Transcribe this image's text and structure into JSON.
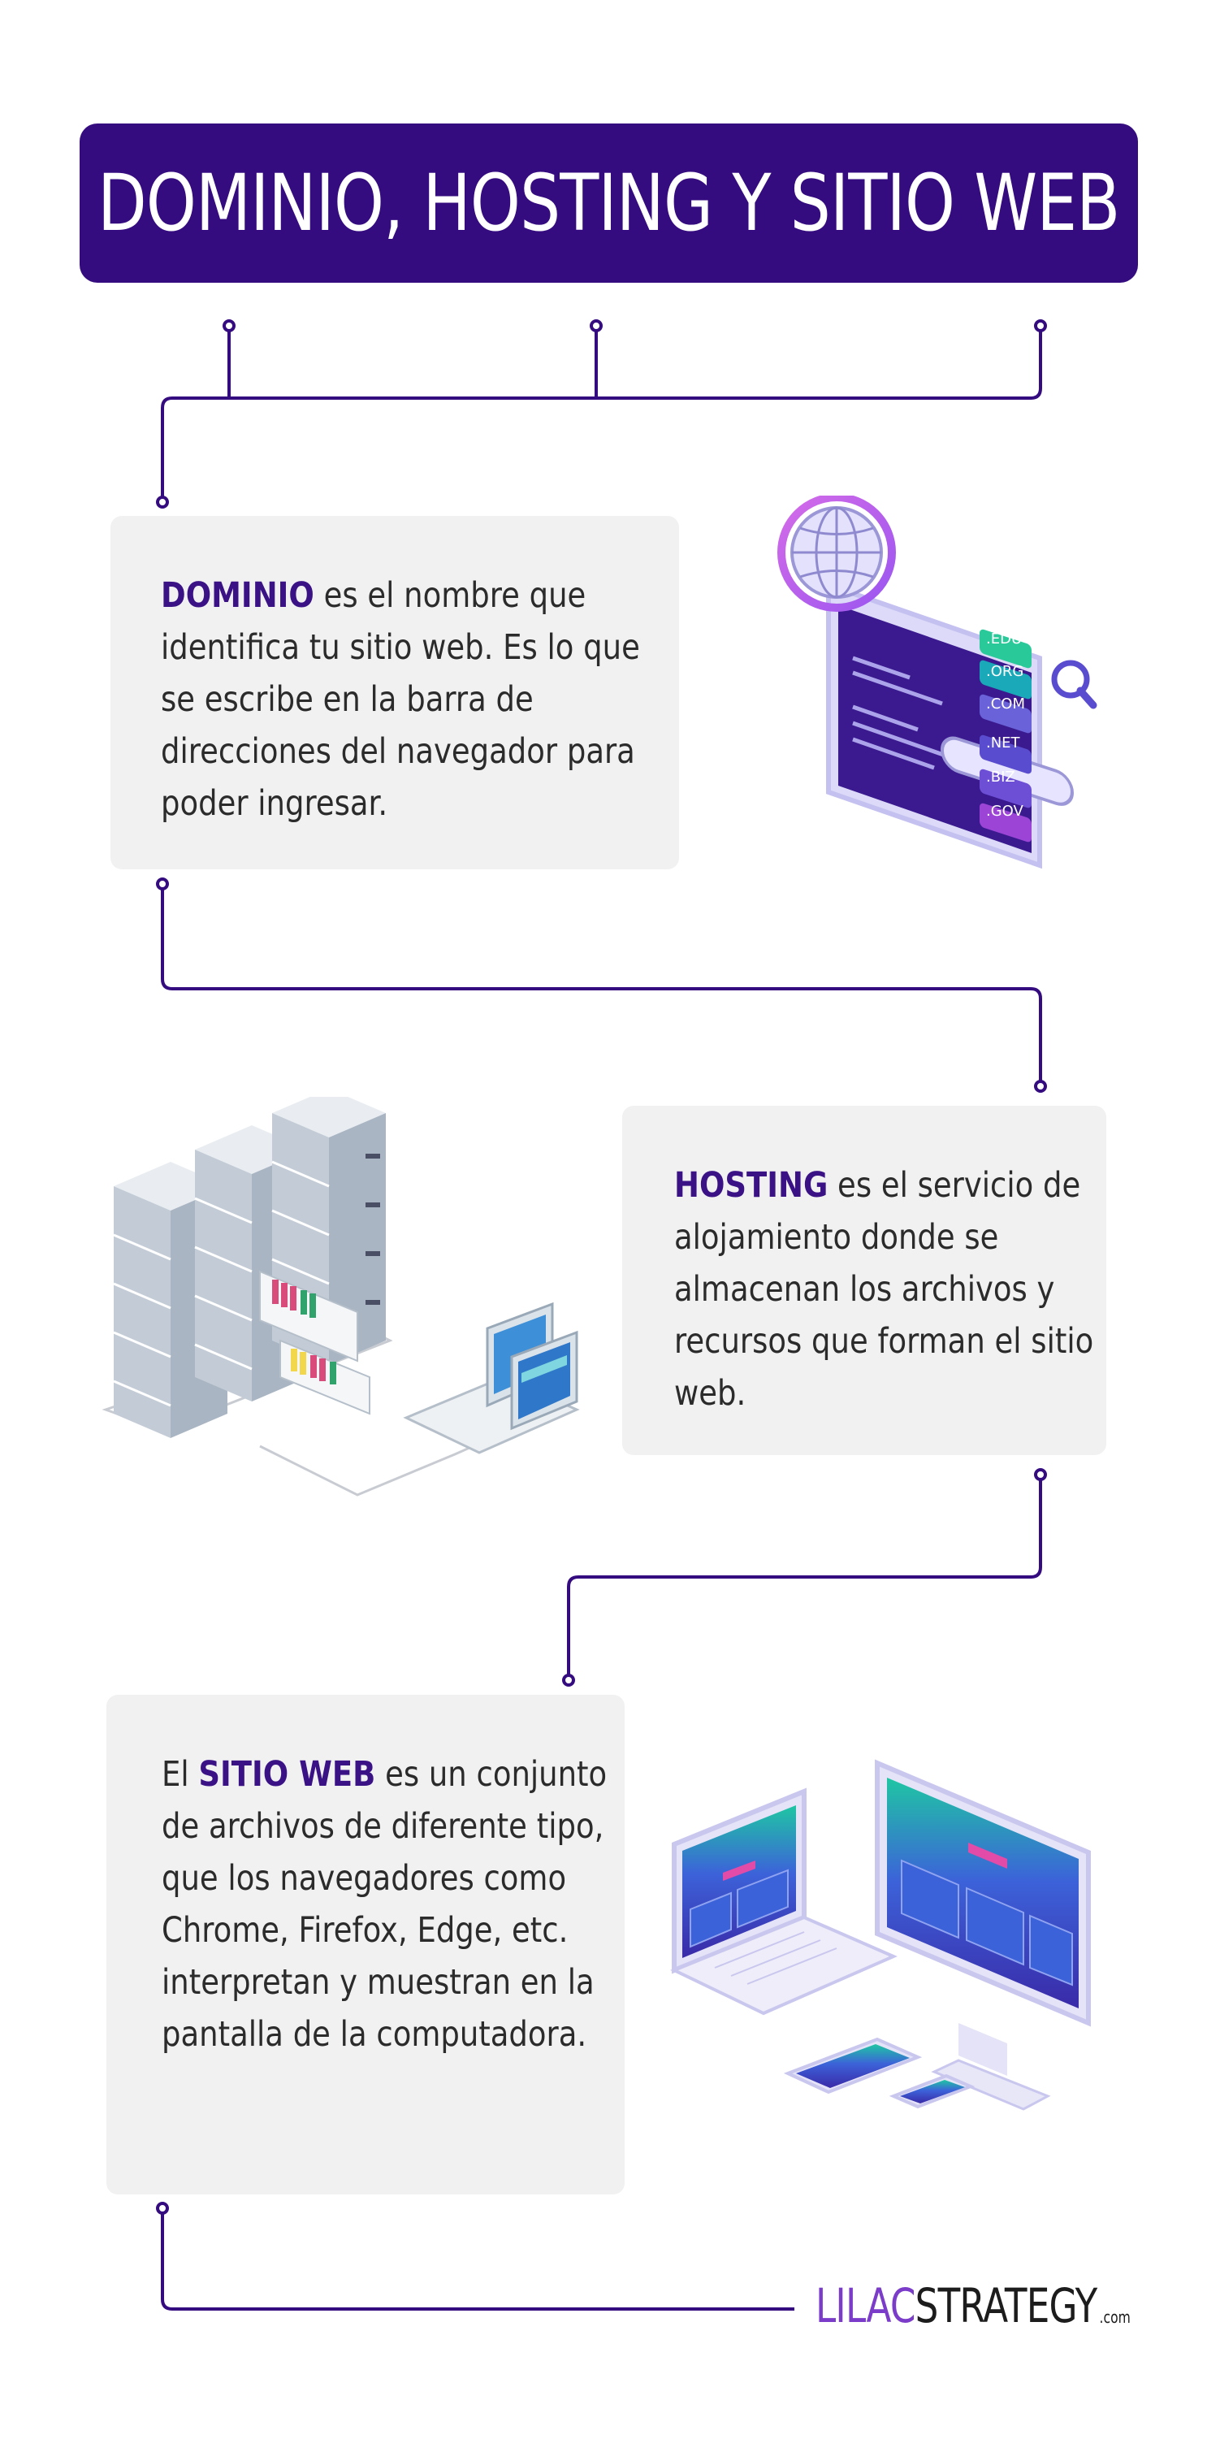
{
  "title": "DOMINIO, HOSTING Y SITIO WEB",
  "sections": {
    "dominio": {
      "highlight": "DOMINIO",
      "text": " es el nombre que identifica tu sitio web. Es lo que se escribe en la barra de direcciones del navegador para poder ingresar."
    },
    "hosting": {
      "highlight": "HOSTING",
      "text": " es el servicio de alojamiento donde se almacenan los archivos y recursos que forman el sitio web."
    },
    "sitio_web": {
      "prefix": "El ",
      "highlight": "SITIO WEB",
      "text": " es un conjunto de archivos de diferente tipo, que los navegadores como Chrome, Firefox, Edge, etc. interpretan y muestran en la pantalla de la computadora."
    }
  },
  "domain_tags": [
    ".EDU",
    ".ORG",
    ".COM",
    ".NET",
    ".BIZ",
    ".GOV"
  ],
  "brand": {
    "part1": "LILAC",
    "part2": "STRATEGY",
    "suffix": ".com"
  },
  "colors": {
    "primary": "#350c7f",
    "accent": "#7a3cc9",
    "card_bg": "#f1f1f1"
  },
  "icons": [
    "globe-browser-illustration",
    "server-rack-illustration",
    "responsive-devices-illustration"
  ]
}
